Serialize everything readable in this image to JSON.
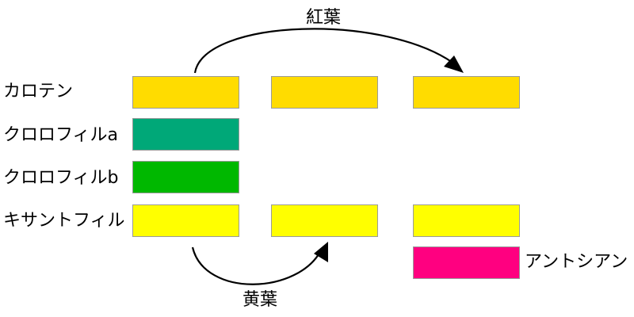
{
  "pigments": [
    {
      "label": "カロテン",
      "color": "#ffdc00"
    },
    {
      "label": "クロロフィルa",
      "color": "#00a878"
    },
    {
      "label": "クロロフィルb",
      "color": "#00b800"
    },
    {
      "label": "キサントフィル",
      "color": "#ffff00"
    },
    {
      "label": "アントシアン",
      "color": "#ff0080"
    }
  ],
  "stages": [
    "green-leaf",
    "red-leaf",
    "yellow-leaf"
  ],
  "arrows": {
    "red": {
      "label": "紅葉",
      "from": "green-leaf",
      "to": "red-leaf"
    },
    "yellow": {
      "label": "黄葉",
      "from": "green-leaf",
      "to": "yellow-leaf"
    }
  },
  "presence": {
    "green-leaf": [
      "カロテン",
      "クロロフィルa",
      "クロロフィルb",
      "キサントフィル"
    ],
    "red-leaf": [
      "カロテン",
      "キサントフィル",
      "アントシアン"
    ],
    "yellow-leaf": [
      "カロテン",
      "キサントフィル"
    ]
  }
}
